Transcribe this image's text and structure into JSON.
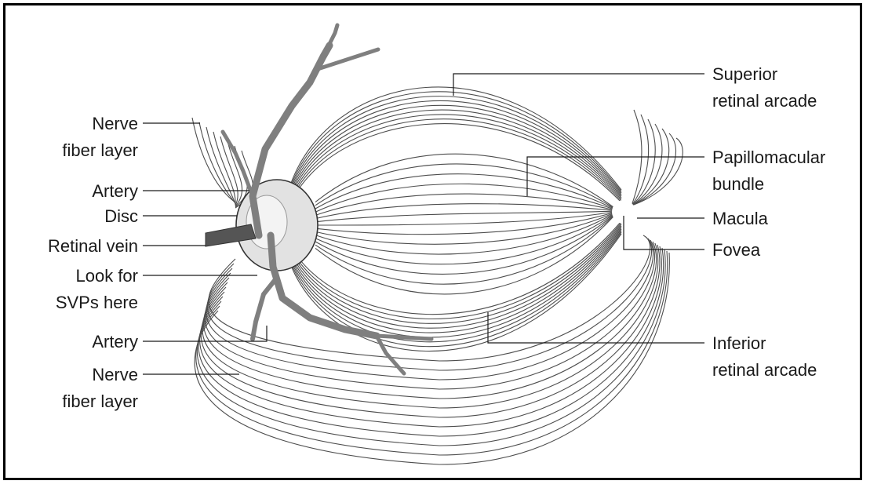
{
  "left_labels": [
    {
      "line1": "Nerve",
      "line2": "fiber layer"
    },
    {
      "line1": "Artery"
    },
    {
      "line1": "Disc"
    },
    {
      "line1": "Retinal vein"
    },
    {
      "line1": "Look for",
      "line2": "SVPs here"
    },
    {
      "line1": "Artery"
    },
    {
      "line1": "Nerve",
      "line2": "fiber layer"
    }
  ],
  "right_labels": [
    {
      "line1": "Superior",
      "line2": "retinal arcade"
    },
    {
      "line1": "Papillomacular",
      "line2": "bundle"
    },
    {
      "line1": "Macula"
    },
    {
      "line1": "Fovea"
    },
    {
      "line1": "Inferior",
      "line2": "retinal arcade"
    }
  ],
  "colors": {
    "fiber": "#4d4d4d",
    "vessel": "#7f7f7f",
    "disc_fill": "#e2e2e2",
    "vein": "#555555"
  }
}
